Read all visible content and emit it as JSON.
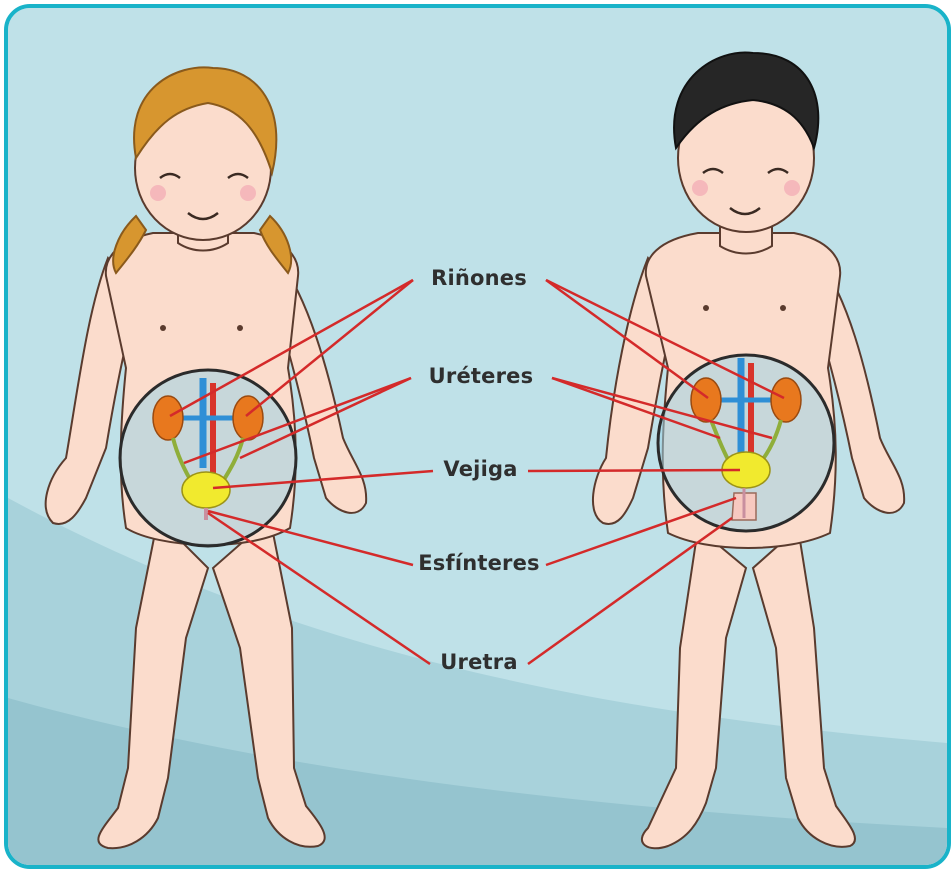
{
  "labels": {
    "kidneys": "Riñones",
    "ureters": "Uréteres",
    "bladder": "Vejiga",
    "sphincters": "Esfínteres",
    "urethra": "Uretra"
  },
  "colors": {
    "frame_border": "#19b3c9",
    "background": "#bfe1e8",
    "background_lower": "#9fcbd6",
    "leader_lines": "#d42a2a",
    "skin": "#fbdccc",
    "kidney": "#e8781e",
    "ureter": "#8fae3a",
    "bladder": "#f1ea2e",
    "vein": "#2f8fd6",
    "artery": "#d8342b",
    "girl_hair": "#d7962f",
    "boy_hair": "#262626"
  },
  "figures": [
    "girl",
    "boy"
  ]
}
